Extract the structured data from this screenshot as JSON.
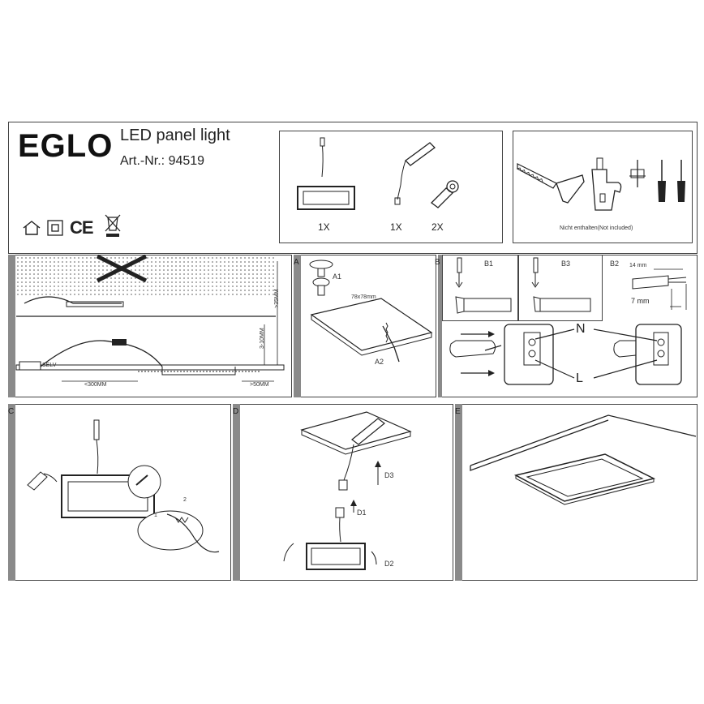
{
  "header": {
    "brand": "EGLO",
    "product": "LED panel light",
    "article_label": "Art.-Nr.:",
    "article_number": "94519",
    "icons": [
      "indoor-house-icon",
      "class-ii-double-square-icon",
      "ce-mark-icon",
      "weee-crossed-bin-icon"
    ],
    "ce_text": "CE"
  },
  "contents": {
    "items": [
      {
        "icon": "led-panel-icon",
        "qty": "1X"
      },
      {
        "icon": "driver-icon",
        "qty": "1X"
      },
      {
        "icon": "spring-clip-icon",
        "qty": "2X"
      }
    ]
  },
  "tools": {
    "icons": [
      "saw-icon",
      "drill-icon",
      "wall-plug-icon",
      "flat-screwdriver-icon",
      "phillips-screwdriver-icon"
    ],
    "note": "Nicht enthalten(Not included)"
  },
  "panel_top": {
    "selv": "SELV",
    "dim_left": "<300MM",
    "dim_right": ">50MM",
    "dim_depth": "3-10MM",
    "dim_height": ">35MM"
  },
  "panel_a": {
    "letter": "A",
    "step1": "A1",
    "step2": "A2",
    "cutout": "78x78mm"
  },
  "panel_b": {
    "letter": "B",
    "step1": "B1",
    "step3": "B3",
    "step2": "B2",
    "strip_long": "14 mm",
    "strip_short": "7 mm",
    "neutral": "N",
    "live": "L"
  },
  "panel_c": {
    "letter": "C",
    "step1": "1",
    "step2": "2"
  },
  "panel_d": {
    "letter": "D",
    "d1": "D1",
    "d2": "D2",
    "d3": "D3"
  },
  "panel_e": {
    "letter": "E"
  }
}
